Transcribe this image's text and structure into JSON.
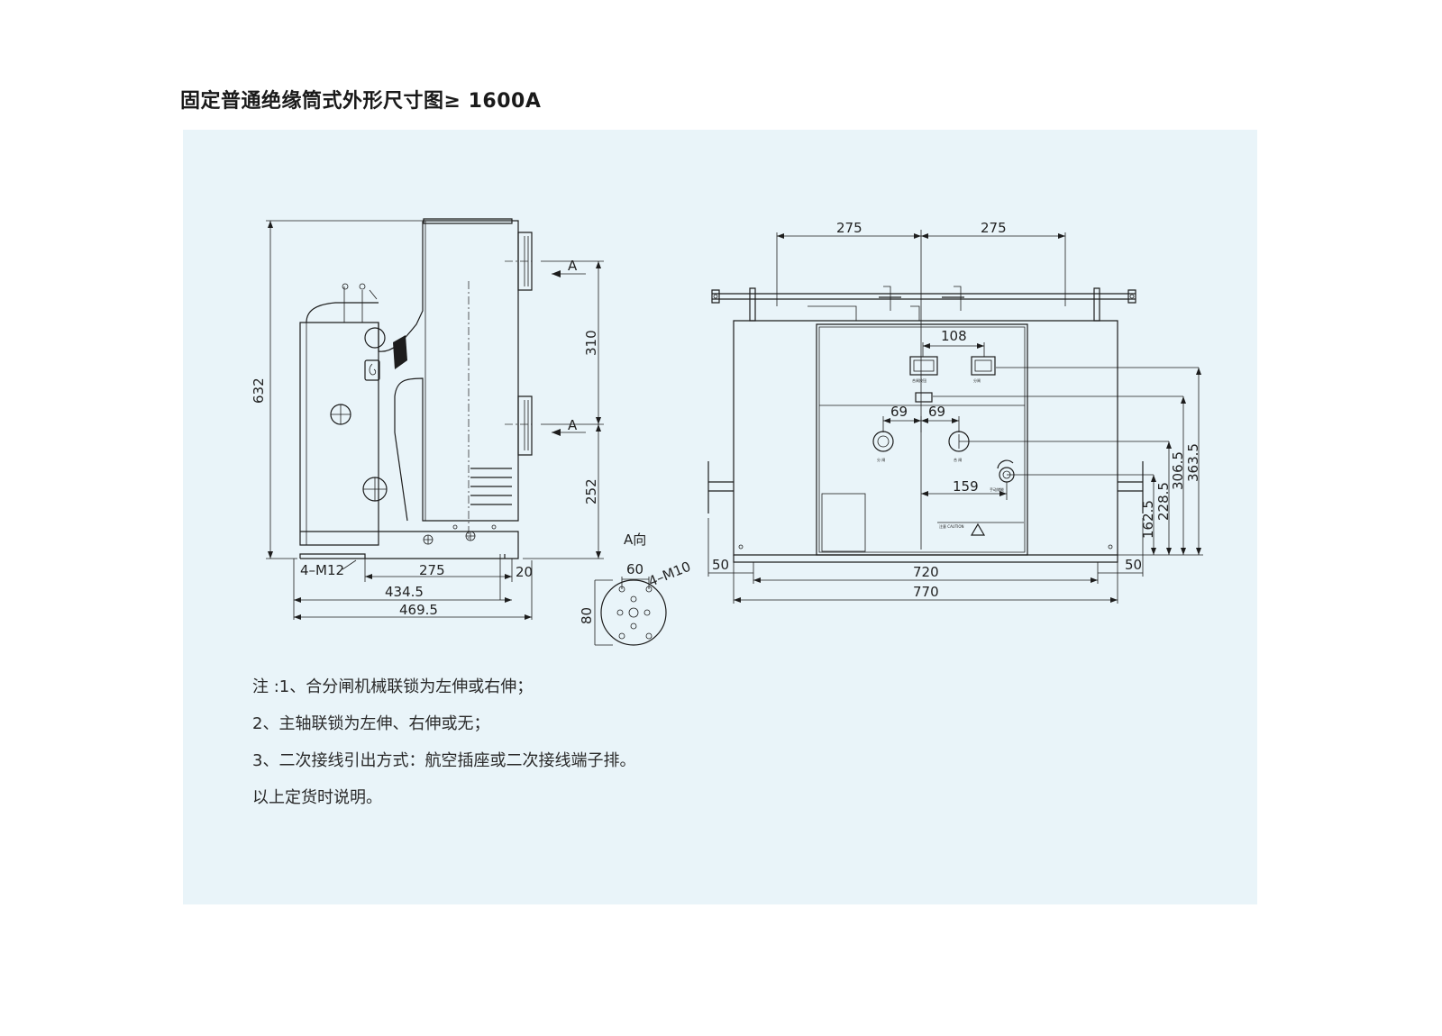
{
  "title": "固定普通绝缘筒式外形尺寸图≥ 1600A",
  "side_view": {
    "dims": {
      "height_total": "632",
      "upper_span": "310",
      "lower_span": "252",
      "bolt_spec": "4–M12",
      "bolt_spacing": "275",
      "offset": "20",
      "depth_inner": "434.5",
      "depth_total": "469.5"
    },
    "section_marks": [
      "A",
      "A"
    ]
  },
  "detail_view": {
    "label": "A向",
    "dims": {
      "pcd": "60",
      "bolt_spec": "4–M10",
      "diameter": "80"
    }
  },
  "front_view": {
    "dims": {
      "left_span": "275",
      "right_span": "275",
      "button_spacing": "108",
      "knob_left": "69",
      "knob_right": "69",
      "counter_offset": "159",
      "left_margin": "50",
      "right_margin": "50",
      "inner_width": "720",
      "total_width": "770",
      "h_162_5": "162.5",
      "h_228_5": "228.5",
      "h_306_5": "306.5",
      "h_363_5": "363.5"
    }
  },
  "notes": [
    "注 :1、合分闸机械联锁为左伸或右伸；",
    "2、主轴联锁为左伸、右伸或无；",
    "3、二次接线引出方式：航空插座或二次接线端子排。",
    "以上定货时说明。"
  ],
  "colors": {
    "panel_bg": "#e9f4f9",
    "line": "#1d1d1d"
  }
}
